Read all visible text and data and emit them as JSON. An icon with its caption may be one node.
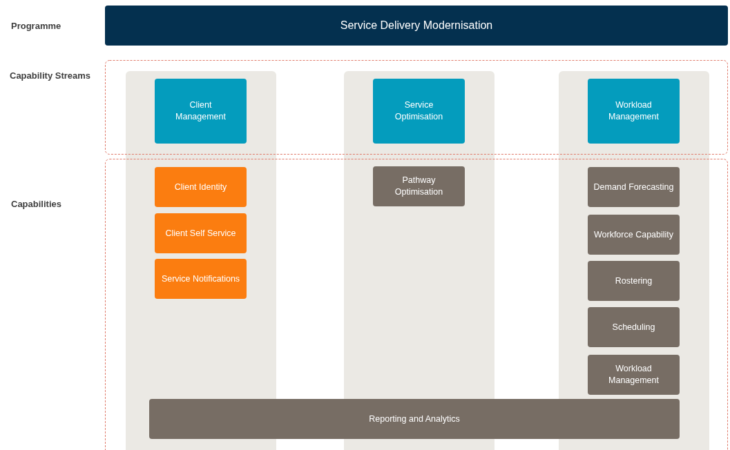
{
  "diagram": {
    "nodes": [
      {
        "text": [
          "Service Delivery Modernisation"
        ]
      },
      {
        "text": [
          "Client Management"
        ]
      },
      {
        "text": [
          "Service Optimisation"
        ]
      },
      {
        "text": [
          "Workload Management"
        ]
      },
      {
        "text": [
          "Client Identity"
        ]
      },
      {
        "text": [
          "Client Self Service"
        ]
      },
      {
        "text": [
          "Service Notifications"
        ]
      },
      {
        "text": [
          "Pathway Optimisation"
        ]
      },
      {
        "text": [
          "Demand Forecasting"
        ]
      },
      {
        "text": [
          "Workforce Capability"
        ]
      },
      {
        "text": [
          "Rostering"
        ]
      },
      {
        "text": [
          "Scheduling"
        ]
      },
      {
        "text": [
          "Workload Management"
        ]
      },
      {
        "text": [
          "Reporting and Analytics"
        ]
      }
    ],
    "labels": [
      "Programme",
      "Capability Streams",
      "Capabilities"
    ]
  }
}
